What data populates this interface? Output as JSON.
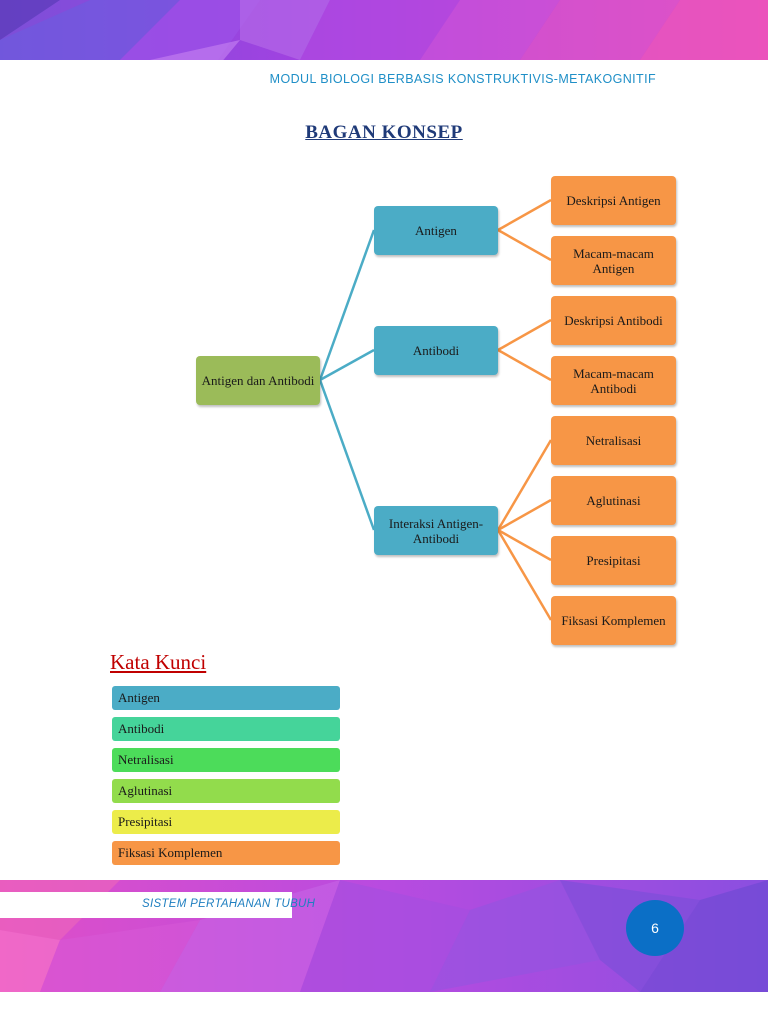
{
  "header": {
    "module_title": "MODUL BIOLOGI BERBASIS KONSTRUKTIVIS-METAKOGNITIF"
  },
  "page_title": "BAGAN KONSEP",
  "concept_map": {
    "root": "Antigen dan Antibodi",
    "branches": [
      {
        "label": "Antigen",
        "children": [
          "Deskripsi Antigen",
          "Macam-macam Antigen"
        ]
      },
      {
        "label": "Antibodi",
        "children": [
          "Deskripsi Antibodi",
          "Macam-macam Antibodi"
        ]
      },
      {
        "label": "Interaksi Antigen-Antibodi",
        "children": [
          "Netralisasi",
          "Aglutinasi",
          "Presipitasi",
          "Fiksasi Komplemen"
        ]
      }
    ]
  },
  "keywords": {
    "title": "Kata Kunci",
    "items": [
      {
        "label": "Antigen",
        "color": "#4bacc6"
      },
      {
        "label": "Antibodi",
        "color": "#45d49a"
      },
      {
        "label": "Netralisasi",
        "color": "#4cdc5a"
      },
      {
        "label": "Aglutinasi",
        "color": "#92dc4c"
      },
      {
        "label": "Presipitasi",
        "color": "#ecec4a"
      },
      {
        "label": "Fiksasi Komplemen",
        "color": "#f79646"
      }
    ]
  },
  "footer": {
    "section_title": "SISTEM PERTAHANAN TUBUH",
    "page_number": "6"
  },
  "colors": {
    "green": "#9bbb59",
    "blue": "#4bacc6",
    "orange": "#f79646",
    "accent_purple": "#a23be0"
  }
}
